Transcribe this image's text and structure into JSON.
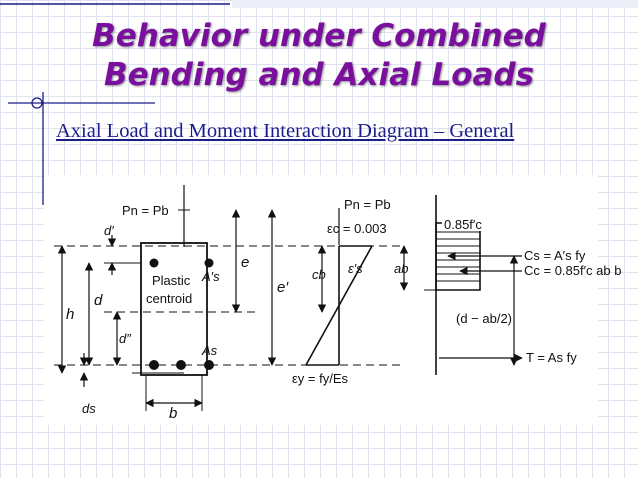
{
  "slide": {
    "title_line1": "Behavior under Combined",
    "title_line2": "Bending and Axial Loads",
    "subtitle": "Axial Load and Moment Interaction Diagram – General",
    "title_color": "#7a0f9e",
    "subtitle_color": "#1c1c8a"
  },
  "diagram": {
    "section": {
      "force_label": "Pn = Pb",
      "h": "h",
      "d": "d",
      "d_prime": "d′",
      "d_double_prime": "d″",
      "ds": "ds",
      "b": "b",
      "e": "e",
      "e_prime": "e′",
      "As_prime": "A′s",
      "As": "As",
      "plastic_centroid_1": "Plastic",
      "plastic_centroid_2": "centroid"
    },
    "strain": {
      "force_label": "Pn = Pb",
      "eps_c": "εc = 0.003",
      "eps_s_prime": "ε′s",
      "c_b": "cb",
      "eps_y": "εy = fy/Es"
    },
    "stress": {
      "concrete_stress": "0.85f′c",
      "a_b": "ab",
      "Cs": "Cs = A′s fy",
      "Cc": "Cc = 0.85f′c ab b",
      "lever_arm": "(d − ab/2)",
      "T": "T = As fy"
    }
  }
}
